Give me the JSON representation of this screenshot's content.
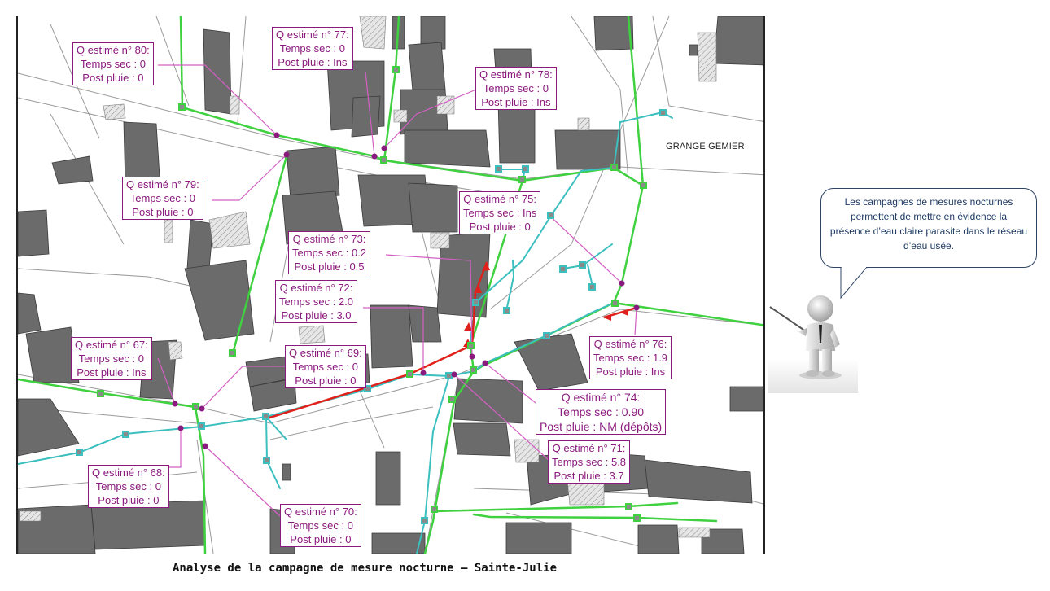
{
  "title": "Analyse de la campagne de mesure nocturne – Sainte-Julie",
  "district_label": "GRANGE GEMIER",
  "speech_bubble": {
    "text": "Les campagnes de mesures nocturnes permettent de mettre en évidence la présence d’eau claire parasite dans le réseau d’eau usée."
  },
  "colors": {
    "label_border": "#8b1a7e",
    "rain_network": "#3fd13f",
    "wastewater_network": "#3bbfbf",
    "problem_segment": "#e0201a",
    "building": "#6b6b6b",
    "leader_line": "#d45fc4"
  },
  "icons": {
    "presenter": "presenter-figure-icon",
    "manhole": "manhole-square-icon",
    "measure_point": "measure-point-dot-icon",
    "flow_arrow": "flow-arrow-icon"
  },
  "measurements": [
    {
      "title": "Q estimé n° 80:",
      "dry": "Temps sec : 0",
      "rain": "Post pluie : 0"
    },
    {
      "title": "Q estimé n° 77:",
      "dry": "Temps sec : 0",
      "rain": "Post pluie : Ins"
    },
    {
      "title": "Q estimé n° 78:",
      "dry": "Temps sec : 0",
      "rain": "Post pluie : Ins"
    },
    {
      "title": "Q estimé n° 79:",
      "dry": "Temps sec : 0",
      "rain": "Post pluie : 0"
    },
    {
      "title": "Q estimé n° 75:",
      "dry": "Temps sec : Ins",
      "rain": "Post pluie : 0"
    },
    {
      "title": "Q estimé n° 73:",
      "dry": "Temps sec : 0.2",
      "rain": "Post pluie : 0.5"
    },
    {
      "title": "Q estimé n° 72:",
      "dry": "Temps sec : 2.0",
      "rain": "Post pluie : 3.0"
    },
    {
      "title": "Q estimé n° 67:",
      "dry": "Temps sec : 0",
      "rain": "Post pluie : Ins"
    },
    {
      "title": "Q estimé n° 69:",
      "dry": "Temps sec : 0",
      "rain": "Post pluie : 0"
    },
    {
      "title": "Q estimé n° 76:",
      "dry": "Temps sec : 1.9",
      "rain": "Post pluie : Ins"
    },
    {
      "title": "Q estimé n° 74:",
      "dry": "Temps sec : 0.90",
      "rain": "Post pluie : NM (dépôts)"
    },
    {
      "title": "Q estimé n° 71:",
      "dry": "Temps sec : 5.8",
      "rain": "Post pluie : 3.7"
    },
    {
      "title": "Q estimé n° 68:",
      "dry": "Temps sec : 0",
      "rain": "Post pluie : 0"
    },
    {
      "title": "Q estimé n° 70:",
      "dry": "Temps sec : 0",
      "rain": "Post pluie : 0"
    }
  ]
}
